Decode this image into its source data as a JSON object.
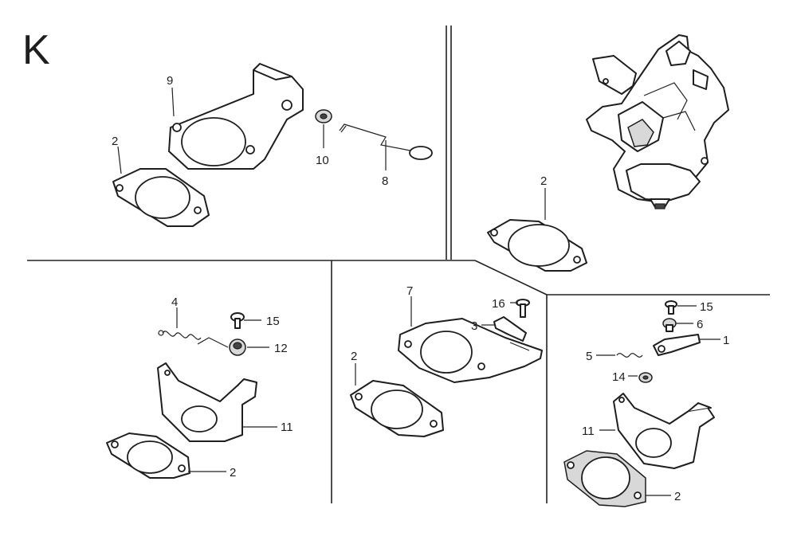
{
  "section_letter": "K",
  "callouts": [
    {
      "text": "9"
    },
    {
      "text": "2"
    },
    {
      "text": "10"
    },
    {
      "text": "8"
    },
    {
      "text": "2"
    },
    {
      "text": "4"
    },
    {
      "text": "15"
    },
    {
      "text": "12"
    },
    {
      "text": "11"
    },
    {
      "text": "2"
    },
    {
      "text": "7"
    },
    {
      "text": "16"
    },
    {
      "text": "3"
    },
    {
      "text": "2"
    },
    {
      "text": "15"
    },
    {
      "text": "6"
    },
    {
      "text": "1"
    },
    {
      "text": "5"
    },
    {
      "text": "14"
    },
    {
      "text": "11"
    },
    {
      "text": "2"
    }
  ]
}
